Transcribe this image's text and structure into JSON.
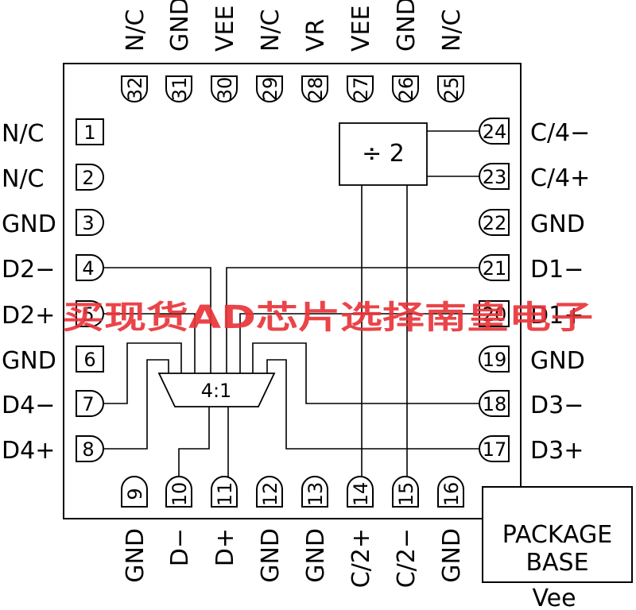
{
  "pins": {
    "p1": {
      "num": "1",
      "label": "N/C"
    },
    "p2": {
      "num": "2",
      "label": "N/C"
    },
    "p3": {
      "num": "3",
      "label": "GND"
    },
    "p4": {
      "num": "4",
      "label": "D2−"
    },
    "p5": {
      "num": "5",
      "label": "D2+"
    },
    "p6": {
      "num": "6",
      "label": "GND"
    },
    "p7": {
      "num": "7",
      "label": "D4−"
    },
    "p8": {
      "num": "8",
      "label": "D4+"
    },
    "p9": {
      "num": "9",
      "label": "GND"
    },
    "p10": {
      "num": "10",
      "label": "D−"
    },
    "p11": {
      "num": "11",
      "label": "D+"
    },
    "p12": {
      "num": "12",
      "label": "GND"
    },
    "p13": {
      "num": "13",
      "label": "GND"
    },
    "p14": {
      "num": "14",
      "label": "C/2+"
    },
    "p15": {
      "num": "15",
      "label": "C/2−"
    },
    "p16": {
      "num": "16",
      "label": "GND"
    },
    "p17": {
      "num": "17",
      "label": "D3+"
    },
    "p18": {
      "num": "18",
      "label": "D3−"
    },
    "p19": {
      "num": "19",
      "label": "GND"
    },
    "p20": {
      "num": "20",
      "label": "D1+"
    },
    "p21": {
      "num": "21",
      "label": "D1−"
    },
    "p22": {
      "num": "22",
      "label": "GND"
    },
    "p23": {
      "num": "23",
      "label": "C/4+"
    },
    "p24": {
      "num": "24",
      "label": "C/4−"
    },
    "p25": {
      "num": "25",
      "label": "N/C"
    },
    "p26": {
      "num": "26",
      "label": "GND"
    },
    "p27": {
      "num": "27",
      "label": "VEE"
    },
    "p28": {
      "num": "28",
      "label": "VR"
    },
    "p29": {
      "num": "29",
      "label": "N/C"
    },
    "p30": {
      "num": "30",
      "label": "VEE"
    },
    "p31": {
      "num": "31",
      "label": "GND"
    },
    "p32": {
      "num": "32",
      "label": "N/C"
    }
  },
  "divider": {
    "label": "÷ 2"
  },
  "mux": {
    "label": "4:1"
  },
  "package_base": {
    "line1": "PACKAGE",
    "line2": "BASE",
    "label": "Vee"
  },
  "watermark": "买现货AD芯片选择南皇电子"
}
